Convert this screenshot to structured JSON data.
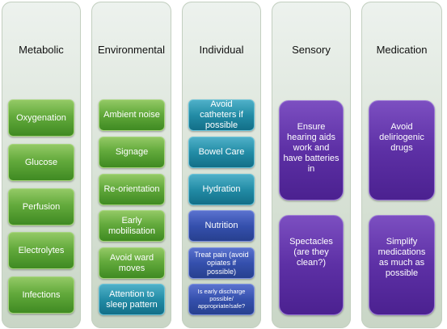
{
  "columns": [
    {
      "title": "Metabolic",
      "items": [
        "Oxygenation",
        "Glucose",
        "Perfusion",
        "Electrolytes",
        "Infections"
      ]
    },
    {
      "title": "Environmental",
      "items": [
        "Ambient noise",
        "Signage",
        "Re-orientation",
        "Early mobilisation",
        "Avoid ward moves",
        "Attention to sleep pattern"
      ]
    },
    {
      "title": "Individual",
      "items": [
        "Avoid catheters if possible",
        "Bowel Care",
        "Hydration",
        "Nutrition",
        "Treat pain (avoid opiates if possible)",
        "Is early discharge possible/ appropriate/safe?"
      ]
    },
    {
      "title": "Sensory",
      "items": [
        "Ensure hearing aids work and have batteries in",
        "Spectacles (are they clean?)"
      ]
    },
    {
      "title": "Medication",
      "items": [
        "Avoid deliriogenic drugs",
        "Simplify medications as much as possible"
      ]
    }
  ],
  "colors": {
    "metabolic": "#63aa3c",
    "environmental": "#238ca6",
    "individual": "#3550ad",
    "sensory": "#5d30a5",
    "medication": "#5d30a5"
  }
}
